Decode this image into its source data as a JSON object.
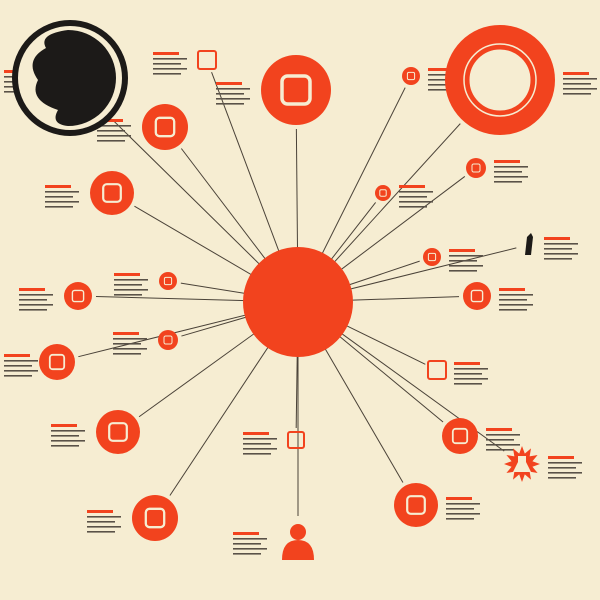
{
  "colors": {
    "background": "#f6edd2",
    "accent": "#f2431e",
    "ink": "#1c1a18",
    "line": "#4a4238",
    "text_block": "#5a5248"
  },
  "hub": {
    "icon": "none"
  },
  "nodes": [
    {
      "id": "moon",
      "icon": "crescent-moon-icon",
      "style": "black"
    },
    {
      "id": "keyhole",
      "icon": "keyhole-icon",
      "style": "red"
    },
    {
      "id": "monitor",
      "icon": "monitor-icon",
      "style": "red"
    },
    {
      "id": "tree",
      "icon": "tree-icon",
      "style": "red"
    },
    {
      "id": "badge-top",
      "icon": "badge-icon",
      "style": "square"
    },
    {
      "id": "pin-small",
      "icon": "pin-icon",
      "style": "red"
    },
    {
      "id": "target",
      "icon": "target-ring-icon",
      "style": "ring"
    },
    {
      "id": "hook",
      "icon": "hook-icon",
      "style": "red"
    },
    {
      "id": "dot-mid",
      "icon": "dot-icon",
      "style": "red"
    },
    {
      "id": "cup",
      "icon": "cup-icon",
      "style": "red"
    },
    {
      "id": "pencil-red",
      "icon": "pencil-icon",
      "style": "red"
    },
    {
      "id": "pencil",
      "icon": "pencil-icon",
      "style": "plain"
    },
    {
      "id": "user-left",
      "icon": "user-icon",
      "style": "red"
    },
    {
      "id": "bowl",
      "icon": "bowl-icon",
      "style": "red"
    },
    {
      "id": "tag",
      "icon": "tag-icon",
      "style": "red"
    },
    {
      "id": "user-2",
      "icon": "user-icon",
      "style": "red"
    },
    {
      "id": "document",
      "icon": "document-icon",
      "style": "square"
    },
    {
      "id": "user-3",
      "icon": "user-icon",
      "style": "red"
    },
    {
      "id": "chart",
      "icon": "chart-icon",
      "style": "red"
    },
    {
      "id": "burst",
      "icon": "starburst-icon",
      "style": "burst"
    },
    {
      "id": "badge-low",
      "icon": "badge-icon",
      "style": "square"
    },
    {
      "id": "chat",
      "icon": "chat-icon",
      "style": "red"
    },
    {
      "id": "person",
      "icon": "person-icon",
      "style": "person"
    },
    {
      "id": "phone",
      "icon": "phone-icon",
      "style": "red"
    }
  ]
}
